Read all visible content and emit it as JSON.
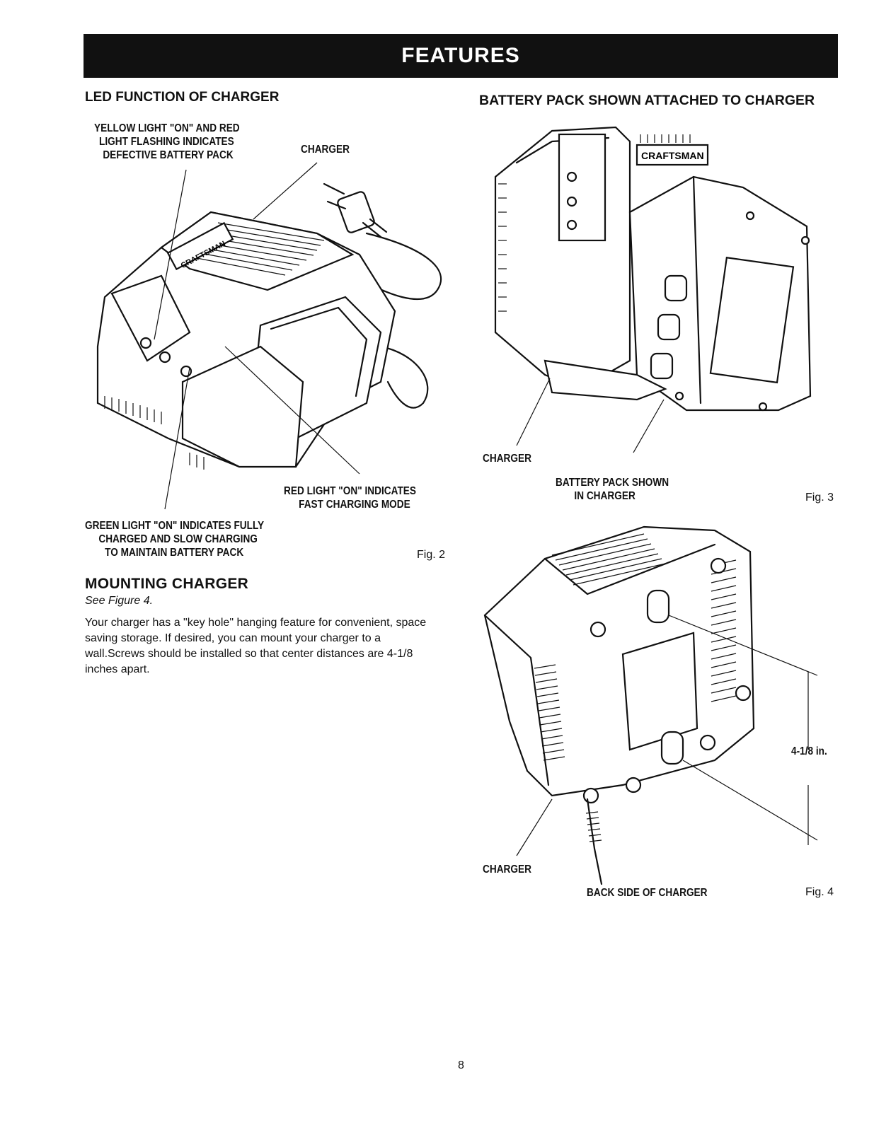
{
  "banner": {
    "title": "FEATURES"
  },
  "left": {
    "heading": "LED FUNCTION OF CHARGER",
    "callouts": {
      "yellow": [
        "YELLOW LIGHT \"ON\" AND RED",
        "LIGHT FLASHING INDICATES",
        "DEFECTIVE BATTERY PACK"
      ],
      "charger": "CHARGER",
      "red": [
        "RED LIGHT \"ON\" INDICATES",
        "FAST CHARGING MODE"
      ],
      "green": [
        "GREEN LIGHT \"ON\" INDICATES FULLY",
        "CHARGED AND SLOW CHARGING",
        "TO MAINTAIN BATTERY PACK"
      ]
    },
    "figure_label": "Fig. 2",
    "mounting": {
      "heading": "MOUNTING CHARGER",
      "see": "See Figure 4.",
      "body": "Your charger has a \"key hole\" hanging feature for convenient, space saving storage. If desired, you can mount your charger to a wall.Screws should be installed so that center distances are 4-1/8 inches apart."
    },
    "drawing_text": {
      "brand": "CRAFTSMAN"
    }
  },
  "right": {
    "heading": "BATTERY PACK SHOWN ATTACHED TO CHARGER",
    "fig3": {
      "charger_label": "CHARGER",
      "battery_label": [
        "BATTERY PACK SHOWN",
        "IN CHARGER"
      ],
      "figure_label": "Fig. 3",
      "brand": "CRAFTSMAN"
    },
    "fig4": {
      "dimension": "4-1/8 in.",
      "charger_label": "CHARGER",
      "caption": "BACK SIDE OF CHARGER",
      "figure_label": "Fig. 4"
    }
  },
  "footer": {
    "page_number": "8"
  },
  "icons": [
    "charger-drawing",
    "plug-icon",
    "battery-pack-drawing",
    "charger-back-drawing"
  ]
}
